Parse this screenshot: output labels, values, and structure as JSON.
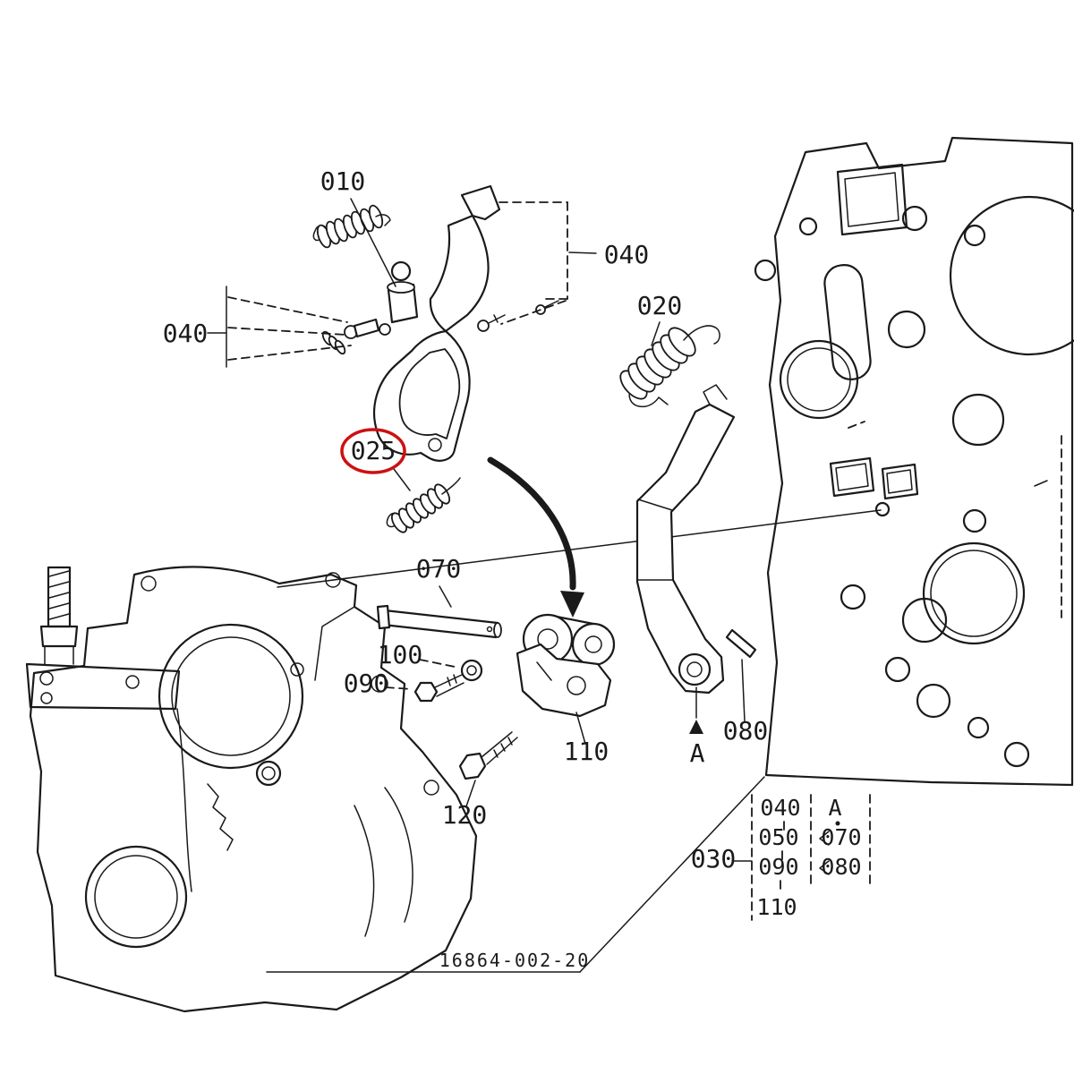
{
  "diagram": {
    "drawing_number": "16864-002-20",
    "highlight_color": "#cc1111",
    "line_color": "#1a1a1a",
    "labels": {
      "part_010": "010",
      "part_040_box": "040",
      "part_040_group": "040",
      "part_020": "020",
      "part_025": "025",
      "part_070": "070",
      "part_100": "100",
      "part_090": "090",
      "part_110": "110",
      "part_080": "080",
      "part_a": "A",
      "part_120": "120",
      "part_030": "030"
    },
    "legend": {
      "column1": [
        "040",
        "050",
        "090",
        "110"
      ],
      "column2": [
        "A",
        "070",
        "080"
      ]
    }
  }
}
